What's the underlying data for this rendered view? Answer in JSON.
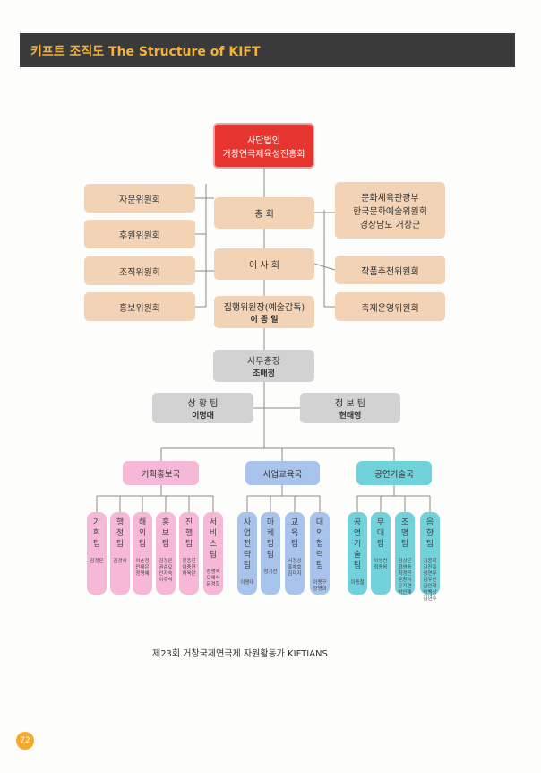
{
  "header": {
    "title": "키프트 조직도 The Structure of KIFT"
  },
  "top": {
    "line1": "사단법인",
    "line2": "거창연극제육성진흥회"
  },
  "left_committees": [
    "자문위원회",
    "후원위원회",
    "조직위원회",
    "홍보위원회"
  ],
  "center": {
    "general": "총 회",
    "board": "이 사 회",
    "director_title": "집행위원장(예술감독)",
    "director_name": "이 종 일"
  },
  "right": {
    "sponsors": [
      "문화체육관광부",
      "한국문화예술위원회",
      "경상남도 거창군"
    ],
    "committees": [
      "작품추천위원회",
      "축제운영위원회"
    ]
  },
  "secretary": {
    "title": "사무총장",
    "name": "조매정"
  },
  "teams": [
    {
      "title": "상 황 팀",
      "name": "이명대"
    },
    {
      "title": "정 보 팀",
      "name": "현태영"
    }
  ],
  "departments": [
    {
      "name": "기획홍보국",
      "units": [
        {
          "name": "기획팀",
          "members": "김정은"
        },
        {
          "name": "행정팀",
          "members": "김경혜"
        },
        {
          "name": "해외팀",
          "members": "이순정 민태은 정명혜"
        },
        {
          "name": "홍보팀",
          "members": "김정은 권순오 안지숙 이주석"
        },
        {
          "name": "진행팀",
          "members": "장종년 이충현 허욱란"
        },
        {
          "name": "서비스팀",
          "members": "성명숙 오혜식 문경희"
        }
      ]
    },
    {
      "name": "사업교육국",
      "units": [
        {
          "name": "사업전략팀",
          "members": "이명대"
        },
        {
          "name": "마케팅팀",
          "members": "정기선"
        },
        {
          "name": "교육팀",
          "members": "서정상 홍채호 김미지"
        },
        {
          "name": "대외협력팀",
          "members": "이용구 양명희"
        }
      ]
    },
    {
      "name": "공연기술국",
      "units": [
        {
          "name": "공연기술팀",
          "members": "이종철"
        },
        {
          "name": "무대팀",
          "members": "이영찬 최용음"
        },
        {
          "name": "조명팀",
          "members": "김상균 최영송 최정민 문창식 문지연 박인재"
        },
        {
          "name": "음향팀",
          "members": "김용화 김진홍 성연무 김우빈 김인혁 박백상 김년수"
        }
      ]
    }
  ],
  "caption": "제23회 거창국제연극제 자원활동가 KIFTIANS",
  "page_number": "72"
}
